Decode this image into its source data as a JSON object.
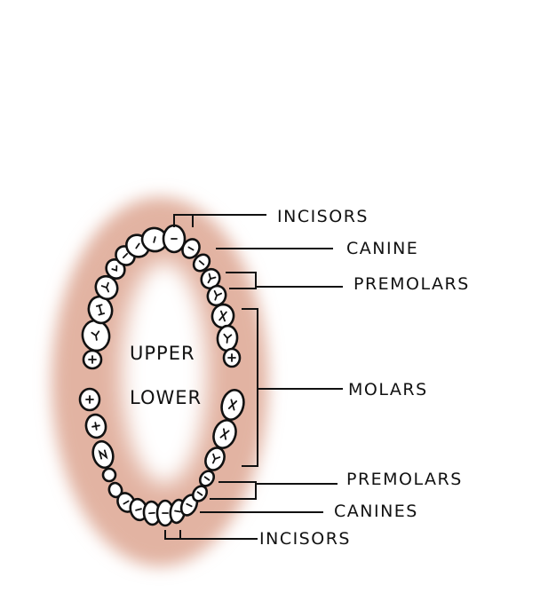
{
  "diagram": {
    "center_labels": {
      "upper": "UPPER",
      "lower": "LOWER"
    },
    "labels": {
      "incisors_top": "INCISORS",
      "canine": "CANINE",
      "premolars_top": "PREMOLARS",
      "molars": "MOLARS",
      "premolars_bottom": "PREMOLARS",
      "canines": "CANINES",
      "incisors_bottom": "INCISORS"
    },
    "colors": {
      "gum": "#e2b3a2",
      "outline": "#111111"
    }
  }
}
